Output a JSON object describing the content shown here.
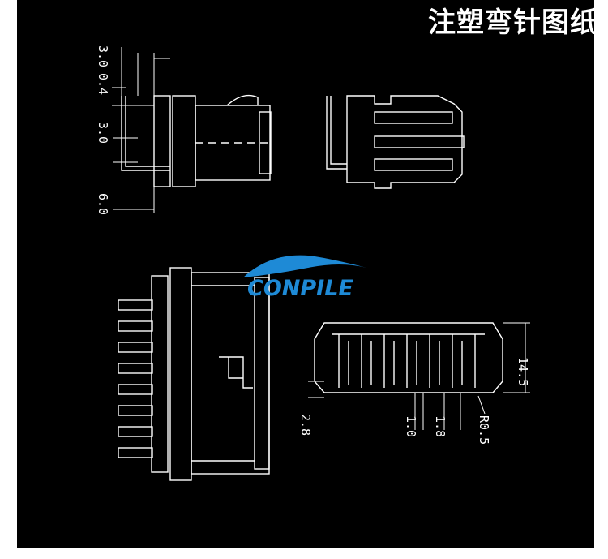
{
  "title": "注塑弯针图纸",
  "logo": {
    "text": "CONPILE",
    "color": "#1e8ad6"
  },
  "dimensions": {
    "side_pin_span": "3.0",
    "side_pin_thickness": "0.4",
    "side_pin_offset": "3.0",
    "side_pin_length": "6.0",
    "end_height": "14.5",
    "end_slot": "2.8",
    "pin_width": "1.0",
    "pin_pitch": "1.8",
    "corner_radius": "R0.5"
  },
  "colors": {
    "background": "#000000",
    "line": "#ffffff"
  }
}
